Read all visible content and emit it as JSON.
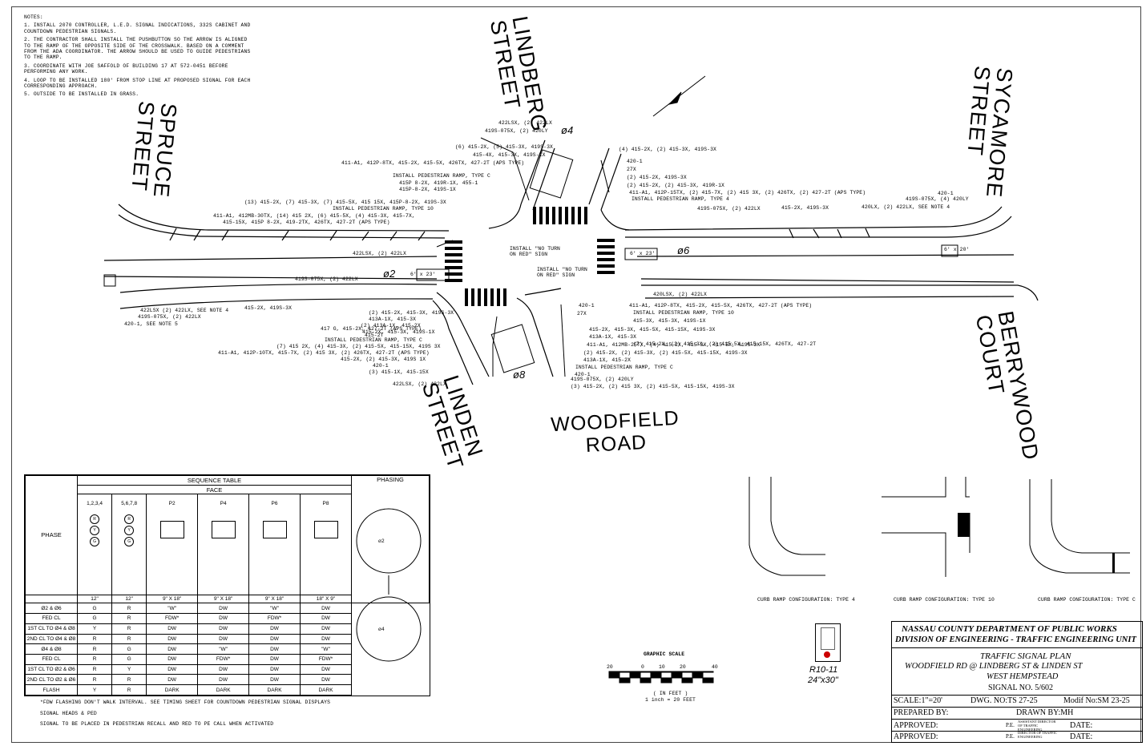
{
  "notes": {
    "heading": "NOTES:",
    "items": [
      "1. INSTALL 2070 CONTROLLER, L.E.D. SIGNAL INDICATIONS, 332S CABINET AND COUNTDOWN PEDESTRIAN SIGNALS.",
      "2. THE CONTRACTOR SHALL INSTALL THE PUSHBUTTON SO THE ARROW IS ALIGNED TO THE RAMP OF THE OPPOSITE SIDE OF THE CROSSWALK. BASED ON A COMMENT FROM THE ADA COORDINATOR. THE ARROW SHOULD BE USED TO GUIDE PEDESTRIANS TO THE RAMP.",
      "3. COORDINATE WITH JOE SAFFOLD OF BUILDING 17 AT 572-0451 BEFORE PERFORMING ANY WORK.",
      "4. LOOP TO BE INSTALLED 180' FROM STOP LINE AT PROPOSED SIGNAL FOR EACH CORRESPONDING APPROACH.",
      "5. OUTSIDE TO BE INSTALLED IN GRASS."
    ]
  },
  "streets": {
    "lindberg": [
      "LINDBERG",
      "STREET"
    ],
    "spruce": [
      "SPRUCE",
      "STREET"
    ],
    "sycamore": [
      "SYCAMORE",
      "STREET"
    ],
    "berrywood": [
      "BERRYWOOD",
      "COURT"
    ],
    "linden": [
      "LINDEN",
      "STREET"
    ],
    "woodfield": [
      "WOODFIELD",
      "ROAD"
    ]
  },
  "phases": {
    "p4": "ø4",
    "p2": "ø2",
    "p6": "ø6",
    "p8": "ø8"
  },
  "callouts": {
    "c1": "422LSX, (2) 422LX",
    "c2": "419S-075X, (2) 420LY",
    "c3": "(6) 415-2X, (5) 415-3X, 419S-3X",
    "c4": "415-4X, 415-3X, 419S-1X",
    "c5": "411-A1, 412P-8TX, 415-2X, 415-5X, 426TX, 427-2T (APS TYPE)",
    "c6": "INSTALL PEDESTRIAN RAMP, TYPE C",
    "c7": "415P 8-2X, 419R-1X, 455-1",
    "c8": "415P-8-2X, 419S-1X",
    "c9": "(13) 415-2X, (7) 415-3X, (7) 415-5X, 415 15X, 415P-8-2X, 419S-3X",
    "c10": "INSTALL PEDESTRIAN RAMP, TYPE 10",
    "c11": "411-A1, 412MB-30TX, (14) 415 2X, (6) 415-5X, (4) 415-3X, 415-7X,",
    "c12": "415-15X, 415P 8-2X, 419-2TX, 426TX, 427-2T (APS TYPE)",
    "c13": "(4) 415-2X, (2) 415-3X, 419S-3X",
    "c14": "420-1",
    "c15": "27X",
    "c16": "(2) 415-2X, 419S-3X",
    "c17": "(2) 415-2X, (2) 415-3X, 419R-1X",
    "c18": "411-A1, 412P-15TX, (2) 415-7X, (2) 415 3X, (2) 426TX, (2) 427-2T (APS TYPE)",
    "c19": "INSTALL PEDESTRIAN RAMP, TYPE 4",
    "c20": "419S-075X, (2) 422LX",
    "c21": "415-2X, 419S-3X",
    "c22": "419S-075X, (4) 420LY",
    "c23": "420LX, (2) 422LX, SEE NOTE 4",
    "c24": "420-1",
    "c25": "422LSX, (2) 422LX",
    "c26": "419S-075X, (2) 422LX",
    "c27": "422LSX (2) 422LX, SEE NOTE 4",
    "c28": "419S-075X, (2) 422LX",
    "c29": "420-1, SEE NOTE 5",
    "c30": "415-2X, 419S-3X",
    "c31": "INSTALL \"NO TURN ON RED\" SIGN",
    "c32": "INSTALL \"NO TURN ON RED\" SIGN",
    "c33": "420LSX, (2) 422LX",
    "c34": "411-A1, 412P-8TX, 415-2X, 415-5X, 426TX, 427-2T (APS TYPE)",
    "c35": "INSTALL PEDESTRIAN RAMP, TYPE 10",
    "c36": "415-3X, 415-3X, 419S-1X",
    "c37": "415-2X, 415-3X, 415-5X, 415-15X, 419S-3X",
    "c38": "413A-1X, 415-3X",
    "c39": "411-A1, 412MB-25TX, (4) 415-2X, 415-3X, 415-5X, 419S-3X",
    "c40": "(7) 415-2X, (2) 415-3X, (2) 415-5X, 415-15X, 426TX, 427-2T",
    "c41": "(2) 415-2X, (2) 415-3X, (2) 415-5X, 415-15X, 419S-3X",
    "c42": "413A-1X, 415-2X",
    "c43": "INSTALL PEDESTRIAN RAMP, TYPE C",
    "c44": "420-1",
    "c45": "419S-075X, (2) 420LY",
    "c46": "(3) 415-2X, (2) 415 3X, (2) 415-5X, 415-15X, 419S-3X",
    "c47": "(2) 415-2X, 415-3X, 419S-3X",
    "c48": "413A-1X, 415-3X",
    "c49": "(2) 413A-1X, 415-2X",
    "c50": "415-2X, 415-3X, 419S-1X",
    "c51": "417 G, 415-2X, 427-2T (APS TYPE)",
    "c52": "415-2T",
    "c53": "INSTALL PEDESTRIAN RAMP, TYPE C",
    "c54": "(7) 415 2X, (4) 415-3X, (2) 415-5X, 415-15X, 419S 3X",
    "c55": "411-A1, 412P-10TX, 415-7X, (2) 415 3X, (2) 426TX, 427-2T (APS TYPE)",
    "c56": "415-2X, (2) 415-3X, 419S 1X",
    "c57": "420-1",
    "c58": "(3) 415-1X, 415-15X",
    "c59": "422LSX, (2) 422LX",
    "c60": "27X",
    "c61": "420-1",
    "c62": "6' x 23'",
    "c63": "6' x 23'",
    "c64": "6' x 20'"
  },
  "sequence_table": {
    "title": "SEQUENCE TABLE",
    "phasing_title": "PHASING",
    "face_label": "FACE",
    "phase_label": "PHASE",
    "faces": [
      "1,2,3,4",
      "5,6,7,8",
      "P2",
      "P4",
      "P6",
      "P8"
    ],
    "sizes": [
      "12\"",
      "12\"",
      "9\" X 18\"",
      "9\" X 18\"",
      "9\" X 18\"",
      "18\" X 9\""
    ],
    "rows": [
      [
        "Ø2 & Ø6",
        "G",
        "R",
        "\"W\"",
        "DW",
        "\"W\"",
        "DW"
      ],
      [
        "FED CL",
        "G",
        "R",
        "FDW*",
        "DW",
        "FDW*",
        "DW"
      ],
      [
        "1ST CL TO Ø4 & Ø8",
        "Y",
        "R",
        "DW",
        "DW",
        "DW",
        "DW"
      ],
      [
        "2ND CL TO Ø4 & Ø8",
        "R",
        "R",
        "DW",
        "DW",
        "DW",
        "DW"
      ],
      [
        "Ø4 & Ø8",
        "R",
        "G",
        "DW",
        "\"W\"",
        "DW",
        "\"W\""
      ],
      [
        "FED CL",
        "R",
        "G",
        "DW",
        "FDW*",
        "DW",
        "FDW*"
      ],
      [
        "1ST CL TO Ø2 & Ø6",
        "R",
        "Y",
        "DW",
        "DW",
        "DW",
        "DW"
      ],
      [
        "2ND CL TO Ø2 & Ø6",
        "R",
        "R",
        "DW",
        "DW",
        "DW",
        "DW"
      ],
      [
        "FLASH",
        "Y",
        "R",
        "DARK",
        "DARK",
        "DARK",
        "DARK"
      ]
    ],
    "footnotes": [
      "*FDW FLASHING DON'T WALK INTERVAL. SEE TIMING SHEET FOR COUNTDOWN PEDESTRIAN SIGNAL DISPLAYS",
      "SIGNAL HEADS & PED",
      "SIGNAL TO BE PLACED IN PEDESTRIAN RECALL AND RED TO PE CALL WHEN ACTIVATED"
    ]
  },
  "ramps": {
    "type4": "CURB RAMP CONFIGURATION: TYPE 4",
    "type10": "CURB RAMP CONFIGURATION: TYPE 10",
    "typeC": "CURB RAMP CONFIGURATION: TYPE C"
  },
  "scale": {
    "title": "GRAPHIC SCALE",
    "ticks": [
      "20",
      "0",
      "10",
      "20",
      "40"
    ],
    "unit": "( IN FEET )",
    "ratio": "1 inch = 20 FEET"
  },
  "sign": {
    "code": "R10-11",
    "size": "24\"x30\""
  },
  "title_block": {
    "dept": "NASSAU COUNTY DEPARTMENT OF PUBLIC WORKS",
    "division": "DIVISION OF ENGINEERING - TRAFFIC ENGINEERING UNIT",
    "plan_title": "TRAFFIC SIGNAL PLAN",
    "location": "WOODFIELD RD @ LINDBERG ST & LINDEN ST",
    "town": "WEST HEMPSTEAD",
    "signal": "SIGNAL NO. 5/602",
    "scale": "SCALE:1\"=20'",
    "dwg": "DWG. NO:TS 27-25",
    "modif": "Modif No:SM 23-25",
    "prepared": "PREPARED BY:",
    "drawn": "DRAWN BY:MH",
    "approved1": "APPROVED:",
    "approved2": "APPROVED:",
    "pe1": "P.E.",
    "pe2": "P.E.",
    "pe1_title": "ASSISTANT DIRECTOR OF TRAFFIC ENGINEERING",
    "pe2_title": "DIRECTOR OF TRAFFIC ENGINEERING",
    "date1": "DATE:",
    "date2": "DATE:"
  }
}
